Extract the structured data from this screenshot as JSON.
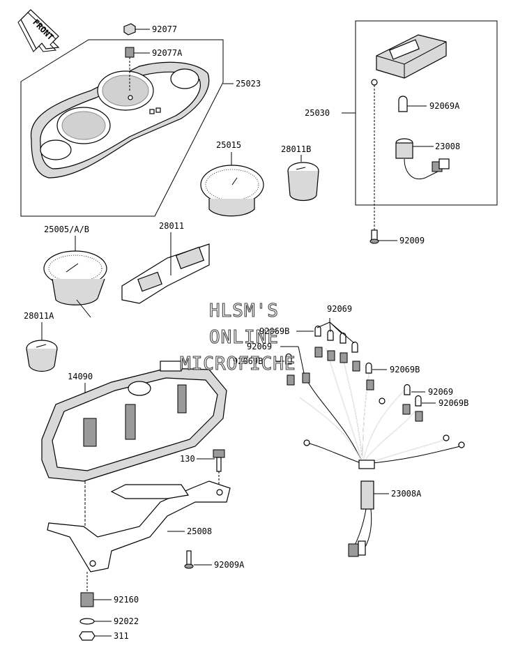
{
  "front_arrow": "FRONT",
  "watermark": [
    "HLSM'S",
    "ONLINE",
    "MICROFICHE"
  ],
  "parts": {
    "p92077": "92077",
    "p92077A": "92077A",
    "p25023": "25023",
    "p25030": "25030",
    "p92069A": "92069A",
    "p23008": "23008",
    "p25015": "25015",
    "p28011B": "28011B",
    "p92009": "92009",
    "p25005": "25005/A/B",
    "p28011": "28011",
    "p28011A": "28011A",
    "p92069_top": "92069",
    "p92069B_1": "92069B",
    "p92069_2": "92069",
    "p92069B_2": "92069B",
    "p92069B_3": "92069B",
    "p92069_3": "92069",
    "p92069B_4": "92069B",
    "p14090": "14090",
    "p130": "130",
    "p23008A": "23008A",
    "p25008": "25008",
    "p92009A": "92009A",
    "p92160": "92160",
    "p92022": "92022",
    "p311": "311"
  }
}
